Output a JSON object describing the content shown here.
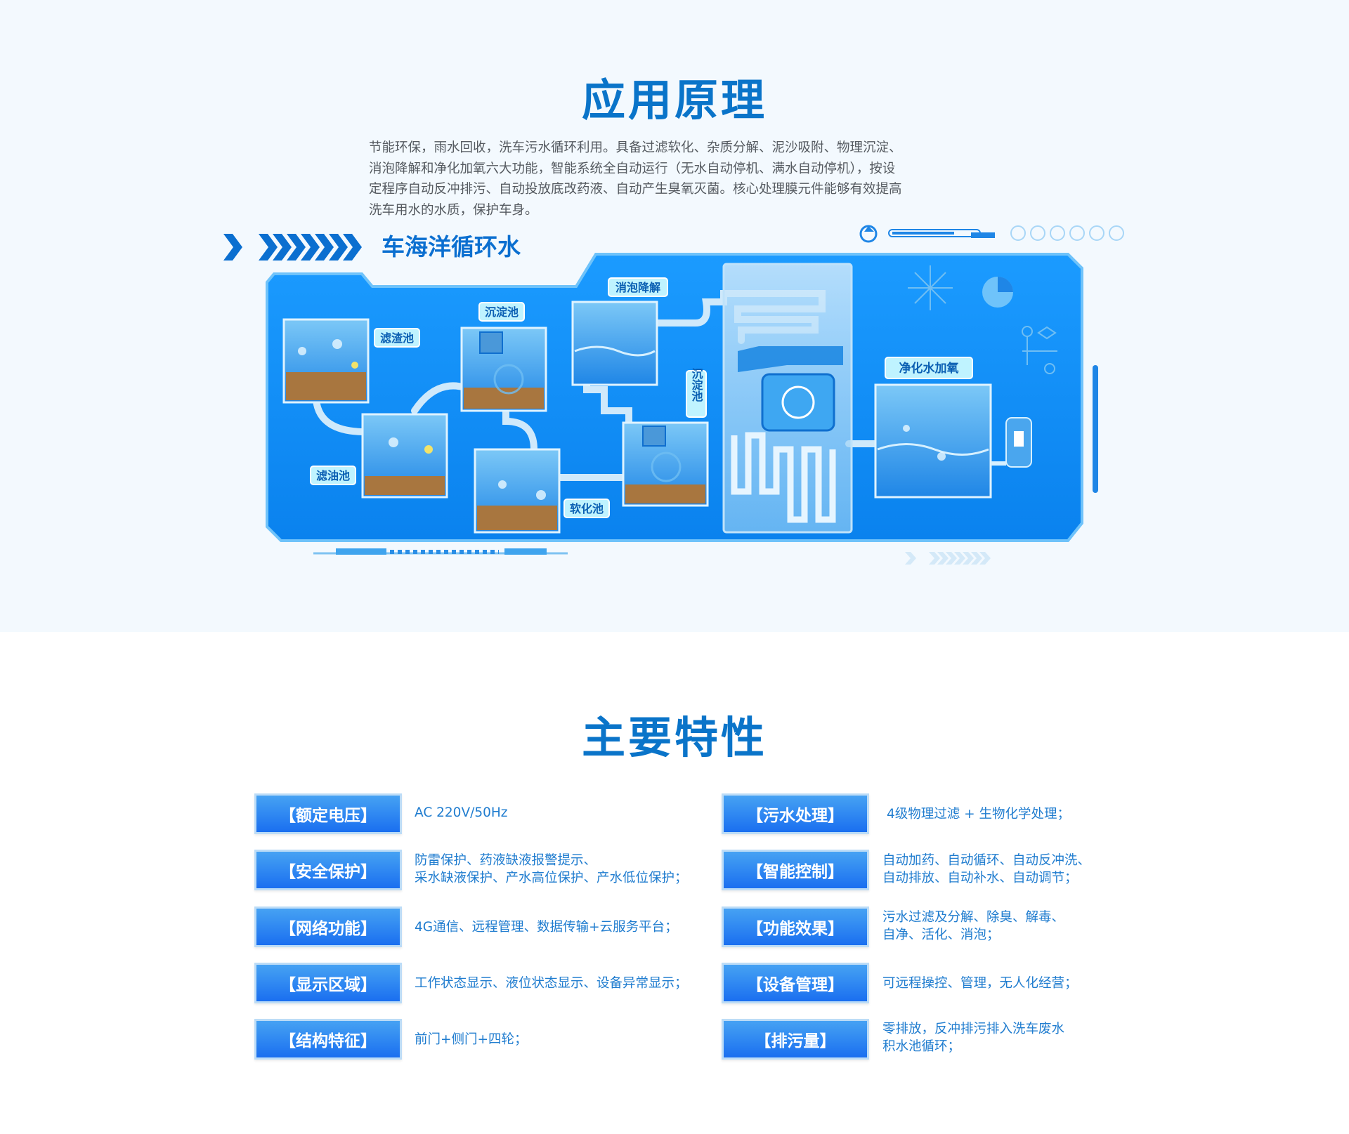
{
  "principle": {
    "title": "应用原理",
    "intro_lines": [
      "节能环保，雨水回收，洗车污水循环利用。具备过滤软化、杂质分解、泥沙吸附、物理沉淀、",
      "消泡降解和净化加氧六大功能，智能系统全自动运行（无水自动停机、满水自动停机），按设",
      "定程序自动反冲排污、自动投放底改药液、自动产生臭氧灭菌。核心处理膜元件能够有效提高",
      "洗车用水的水质，保护车身。"
    ]
  },
  "diagram": {
    "heading": "车海洋循环水",
    "tanks": {
      "filter_residue": "滤渣池",
      "filter_oil": "滤油池",
      "settling_1": "沉淀池",
      "softening": "软化池",
      "defoam": "消泡降解",
      "settling_2": "沉淀池",
      "purify_oxygen": "净化水加氧"
    },
    "colors": {
      "panel": "#0a8ef6",
      "panel_border": "#6fc3fa",
      "tank_water": "#2f9ff0",
      "label_bg": "#bff3ff"
    },
    "icons": [
      "recycle-icon",
      "ruler-bar-icon",
      "arrow-circle-icon",
      "compass-icon",
      "pie-icon",
      "flowchart-icon"
    ]
  },
  "features": {
    "title": "主要特性",
    "items": [
      {
        "label": "【额定电压】",
        "lines": [
          "AC 220V/50Hz"
        ]
      },
      {
        "label": "【污水处理】",
        "lines": [
          "4级物理过滤 + 生物化学处理；"
        ]
      },
      {
        "label": "【安全保护】",
        "lines": [
          "防雷保护、药液缺液报警提示、",
          "采水缺液保护、产水高位保护、产水低位保护；"
        ]
      },
      {
        "label": "【智能控制】",
        "lines": [
          "自动加药、自动循环、自动反冲洗、",
          "自动排放、自动补水、自动调节；"
        ]
      },
      {
        "label": "【网络功能】",
        "lines": [
          "4G通信、远程管理、数据传输+云服务平台；"
        ]
      },
      {
        "label": "【功能效果】",
        "lines": [
          "污水过滤及分解、除臭、解毒、",
          "自净、活化、消泡；"
        ]
      },
      {
        "label": "【显示区域】",
        "lines": [
          "工作状态显示、液位状态显示、设备异常显示；"
        ]
      },
      {
        "label": "【设备管理】",
        "lines": [
          "可远程操控、管理，无人化经营；"
        ]
      },
      {
        "label": "【结构特征】",
        "lines": [
          "前门+侧门+四轮；"
        ]
      },
      {
        "label": "【排污量】",
        "lines": [
          "零排放，反冲排污排入洗车废水",
          "积水池循环；"
        ]
      }
    ]
  }
}
